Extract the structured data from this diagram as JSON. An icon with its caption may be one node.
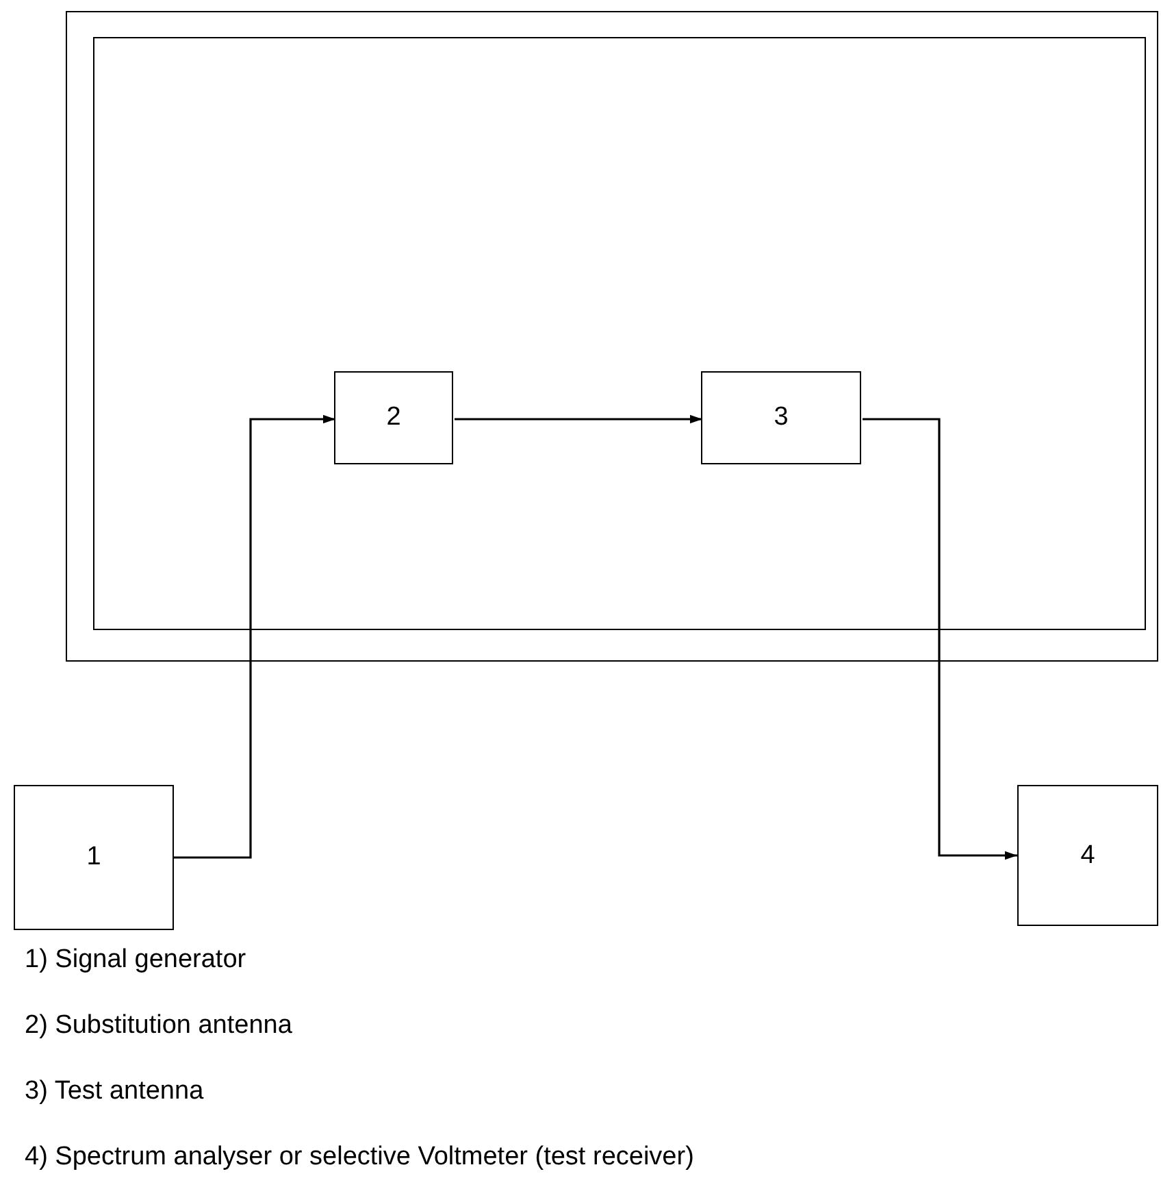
{
  "diagram": {
    "nodes": [
      {
        "text": [],
        "shape": "box"
      },
      {
        "text": [],
        "shape": "box",
        "in": 0
      },
      {
        "text": [
          "2"
        ],
        "in": 1
      },
      {
        "text": [
          "3"
        ],
        "in": 1
      },
      {
        "text": [
          "1"
        ]
      },
      {
        "text": [
          "4"
        ]
      }
    ],
    "edges": [
      {
        "from": 4,
        "to": 2,
        "arrow": "to"
      },
      {
        "from": 2,
        "to": 3,
        "arrow": "to"
      },
      {
        "from": 3,
        "to": 5,
        "arrow": "to"
      }
    ],
    "labels": [
      "1) Signal generator",
      "2) Substitution antenna",
      "3) Test antenna",
      "4) Spectrum analyser or selective Voltmeter (test receiver)"
    ]
  }
}
